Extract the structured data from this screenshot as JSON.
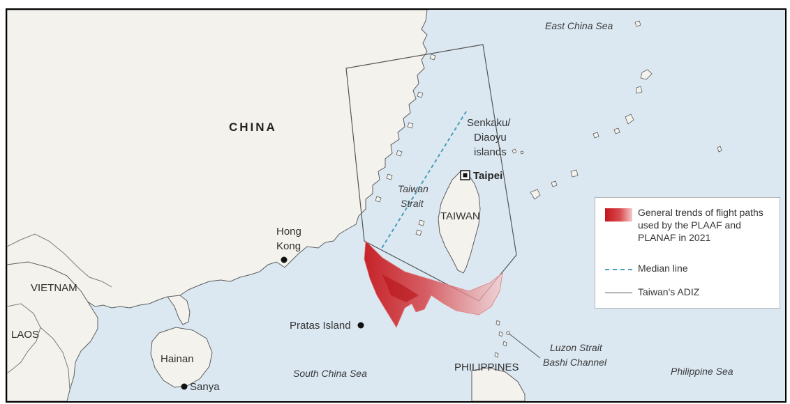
{
  "map": {
    "colors": {
      "sea": "#dbe8f2",
      "land": "#f4f2ec",
      "coast": "#5c5c5c",
      "adiz_line": "#555555",
      "median_line": "#4a9db8",
      "flight_dark": "#c4161c",
      "flight_light": "#f4c9c9"
    },
    "labels": {
      "china": "CHINA",
      "east_china_sea": "East China Sea",
      "senkaku_line1": "Senkaku/",
      "senkaku_line2": "Diaoyu",
      "senkaku_line3": "islands",
      "taipei": "Taipei",
      "taiwan": "TAIWAN",
      "taiwan_strait_line1": "Taiwan",
      "taiwan_strait_line2": "Strait",
      "hong_kong_line1": "Hong",
      "hong_kong_line2": "Kong",
      "vietnam": "VIETNAM",
      "laos": "LAOS",
      "pratas_island": "Pratas Island",
      "hainan": "Hainan",
      "sanya": "Sanya",
      "south_china_sea": "South China Sea",
      "philippines": "PHILIPPINES",
      "luzon_strait": "Luzon Strait",
      "bashi_channel": "Bashi Channel",
      "philippine_sea": "Philippine Sea"
    }
  },
  "legend": {
    "flight_paths": "General trends of flight paths used by the PLAAF and PLANAF in 2021",
    "median_line": "Median line",
    "adiz": "Taiwan's ADIZ"
  }
}
